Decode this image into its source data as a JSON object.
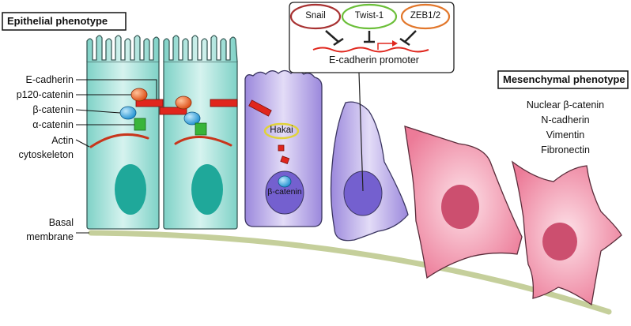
{
  "titles": {
    "epithelial": "Epithelial phenotype",
    "mesenchymal": "Mesenchymal phenotype"
  },
  "transcription_factors": [
    {
      "name": "Snail",
      "color": "#a83232"
    },
    {
      "name": "Twist-1",
      "color": "#6cbf3a"
    },
    {
      "name": "ZEB1/2",
      "color": "#e2772b"
    }
  ],
  "promoter_label": "E-cadherin promoter",
  "left_labels": {
    "e_cadherin": "E-cadherin",
    "p120": "p120-catenin",
    "beta": "β-catenin",
    "alpha": "α-catenin",
    "actin_1": "Actin",
    "actin_2": "cytoskeleton",
    "basal_1": "Basal",
    "basal_2": "membrane"
  },
  "cell_labels": {
    "hakai": "Hakai",
    "nuclear_beta": "β-catenin"
  },
  "mesenchymal_markers": [
    "Nuclear β-catenin",
    "N-cadherin",
    "Vimentin",
    "Fibronectin"
  ],
  "colors": {
    "epithelial_cell": "#aee3dc",
    "nucleus_teal": "#1fa89a",
    "transition_cell": "#b9a9e6",
    "transition_nucleus": "#7460cf",
    "mesenchymal_cell": "#f08aa6",
    "mesenchymal_nucleus": "#cc4f6f",
    "e_cadherin": "#e0261d",
    "p120": "#e8561d",
    "beta_catenin": "#2aa6e0",
    "alpha_catenin": "#39b53a",
    "basal_membrane": "#c5cf9b",
    "hakai_ring": "#e0d23a"
  }
}
